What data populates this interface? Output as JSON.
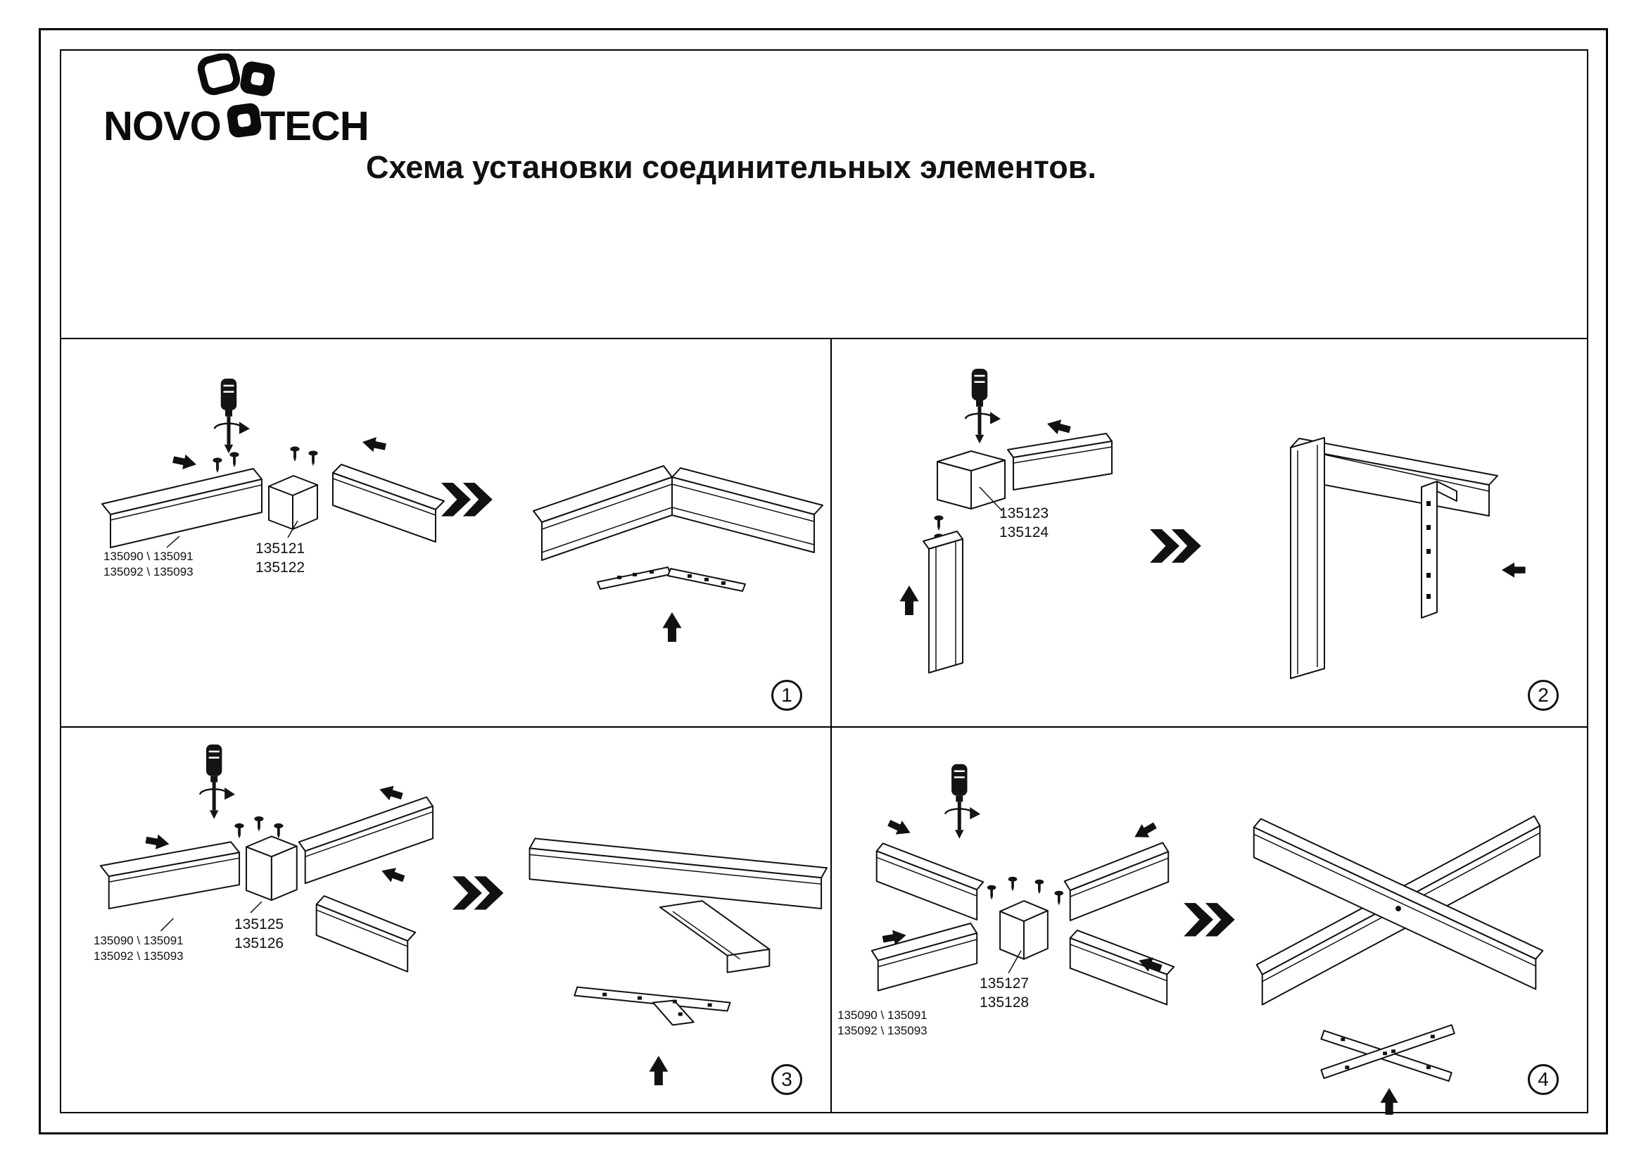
{
  "page": {
    "brand_left": "NOVO",
    "brand_right": "TECH",
    "title": "Схема установки соединительных элементов."
  },
  "panels": [
    {
      "number": "1",
      "profile_codes": [
        "135090 \\ 135091",
        "135092 \\ 135093"
      ],
      "connector_codes": [
        "135121",
        "135122"
      ]
    },
    {
      "number": "2",
      "connector_codes": [
        "135123",
        "135124"
      ]
    },
    {
      "number": "3",
      "profile_codes": [
        "135090 \\ 135091",
        "135092 \\ 135093"
      ],
      "connector_codes": [
        "135125",
        "135126"
      ]
    },
    {
      "number": "4",
      "profile_codes": [
        "135090 \\ 135091",
        "135092 \\ 135093"
      ],
      "connector_codes": [
        "135127",
        "135128"
      ]
    }
  ]
}
